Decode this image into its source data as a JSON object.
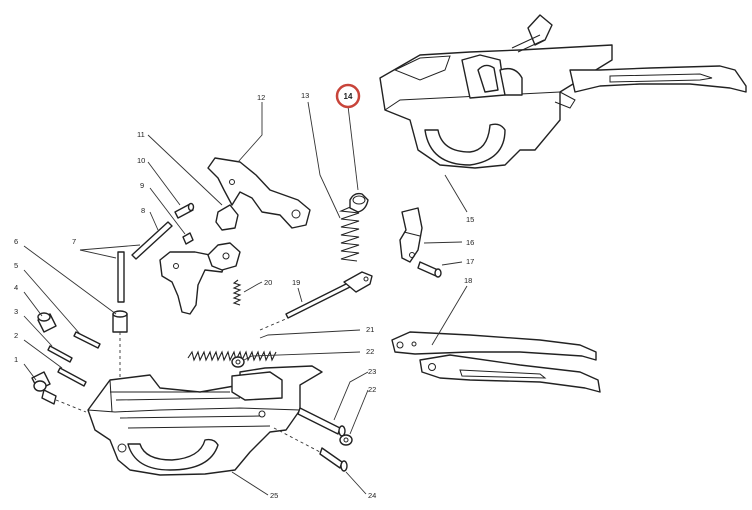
{
  "diagram": {
    "highlight_color": "#c8443a",
    "highlighted": "14",
    "callouts": {
      "c1": "1",
      "c2": "2",
      "c3": "3",
      "c4": "4",
      "c5": "5",
      "c6": "6",
      "c7": "7",
      "c8": "8",
      "c9": "9",
      "c10": "10",
      "c11": "11",
      "c12": "12",
      "c13": "13",
      "c14": "14",
      "c15": "15",
      "c16": "16",
      "c17": "17",
      "c18": "18",
      "c19": "19",
      "c20": "20",
      "c21": "21",
      "c22a": "22",
      "c22b": "22",
      "c23": "23",
      "c24": "24",
      "c25": "25"
    }
  }
}
